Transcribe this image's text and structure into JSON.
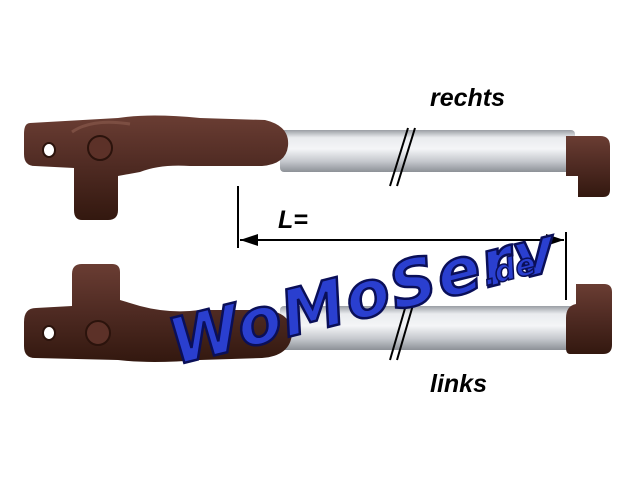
{
  "labels": {
    "right": "rechts",
    "left": "links",
    "length": "L="
  },
  "watermark": {
    "text": "WoMoServ",
    "suffix": ".de"
  },
  "colors": {
    "background": "#ffffff",
    "handle_brown": "#4e2a22",
    "tube_silver": "#d3d5d8",
    "watermark_fill": "#2a3fcf",
    "watermark_outline": "#0a0f58",
    "label_text": "#000000"
  }
}
